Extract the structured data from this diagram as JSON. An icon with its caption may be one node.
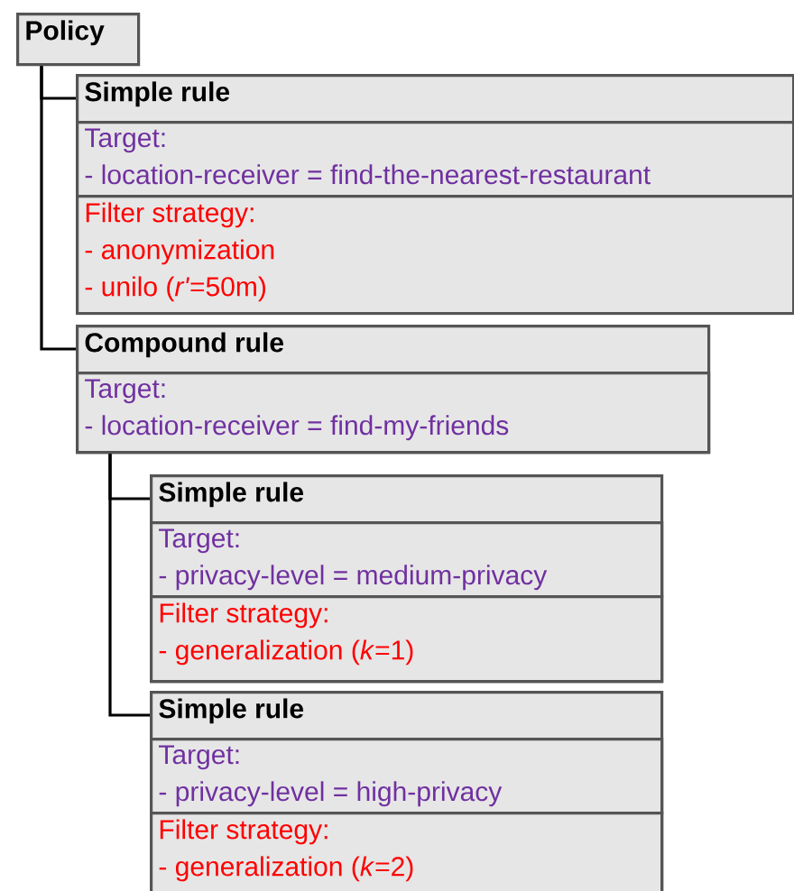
{
  "diagram": {
    "nodes": [
      {
        "text": [
          "Policy"
        ]
      },
      {
        "text": [
          "Simple rule"
        ]
      },
      {
        "text": [
          "Target:",
          "- location-receiver = find-the-nearest-restaurant"
        ],
        "in": 1
      },
      {
        "text": [
          "Filter strategy:",
          "- anonymization",
          "- unilo (*r'*=50m)"
        ],
        "in": 1
      },
      {
        "text": [
          "Compound rule"
        ]
      },
      {
        "text": [
          "Target:",
          "- location-receiver = find-my-friends"
        ],
        "in": 4
      },
      {
        "text": [
          "Simple rule"
        ]
      },
      {
        "text": [
          "Target:",
          "- privacy-level = medium-privacy"
        ],
        "in": 6
      },
      {
        "text": [
          "Filter strategy:",
          "- generalization (*k*=1)"
        ],
        "in": 6
      },
      {
        "text": [
          "Simple rule"
        ]
      },
      {
        "text": [
          "Target:",
          "- privacy-level = high-privacy"
        ],
        "in": 9
      },
      {
        "text": [
          "Filter strategy:",
          "- generalization (*k*=2)"
        ],
        "in": 9
      }
    ],
    "edges": [
      {
        "from": 0,
        "to": 1,
        "arrow": "none"
      },
      {
        "from": 0,
        "to": 4,
        "arrow": "none"
      },
      {
        "from": 4,
        "to": 6,
        "arrow": "none"
      },
      {
        "from": 4,
        "to": 9,
        "arrow": "none"
      }
    ]
  }
}
